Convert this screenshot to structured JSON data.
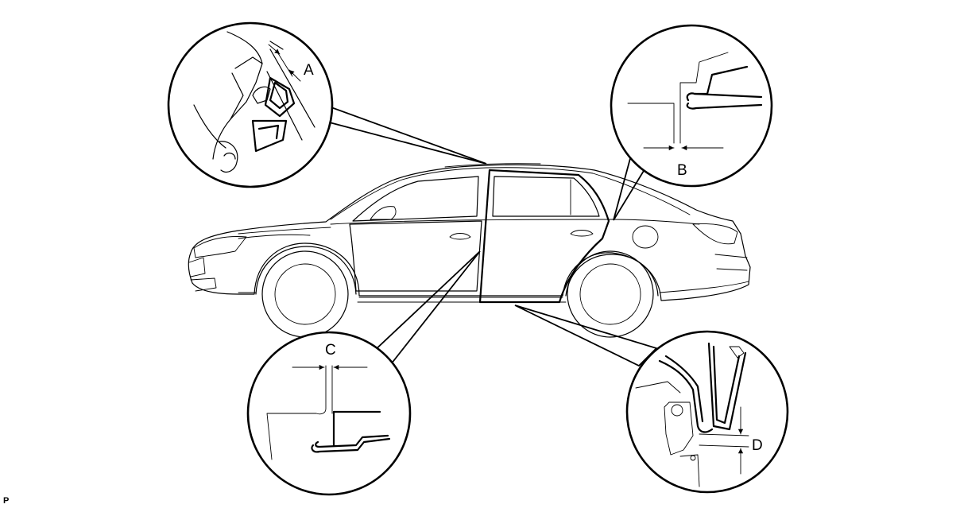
{
  "callouts": {
    "a": "A",
    "b": "B",
    "c": "C",
    "d": "D"
  },
  "footer_mark": "P"
}
